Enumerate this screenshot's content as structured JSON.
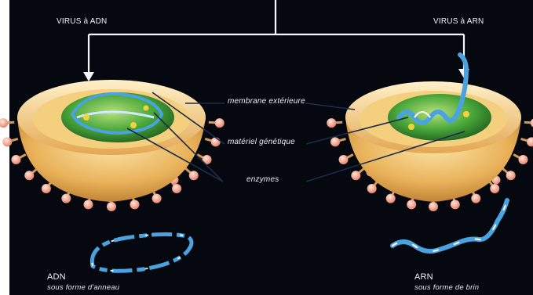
{
  "headings": {
    "left": "VIRUS à ADN",
    "right": "VIRUS à ARN"
  },
  "labels": {
    "membrane": "membrane extérieure",
    "genetic_material": "matériel génétique",
    "enzymes": "enzymes"
  },
  "captions": {
    "left_title": "ADN",
    "left_sub": "sous forme d'anneau",
    "right_title": "ARN",
    "right_sub": "sous forme de brin"
  },
  "colors": {
    "background": "#06080f",
    "capsid_outer": "#e9b25a",
    "capsid_inner": "#f6d88f",
    "core_green": "#3a9a2f",
    "spike_tip": "#f2a48a",
    "strand_blue": "#4aa3e0",
    "arrow_white": "#f4f6fa"
  }
}
